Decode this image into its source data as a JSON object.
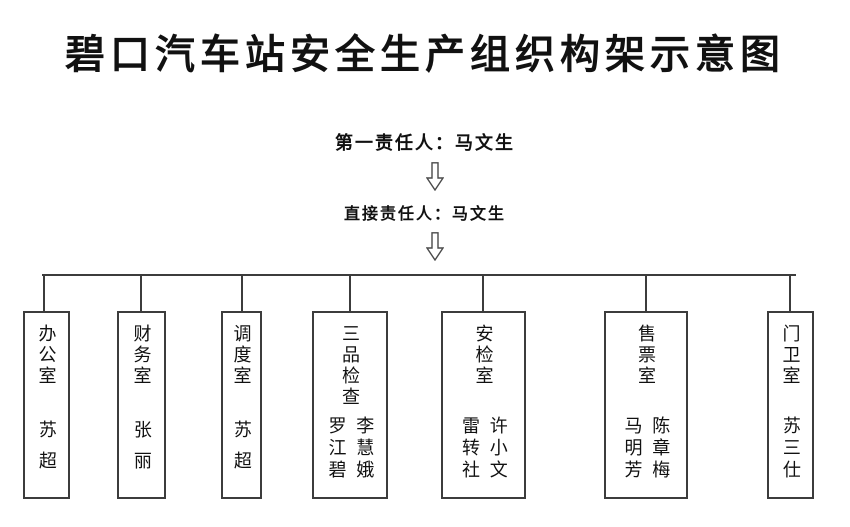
{
  "title": "碧口汽车站安全生产组织构架示意图",
  "hierarchy": {
    "first_responsible": "第一责任人：马文生",
    "direct_responsible": "直接责任人：马文生"
  },
  "icons": {
    "down_arrow_1": "hollow-down-arrow",
    "down_arrow_2": "hollow-down-arrow"
  },
  "departments": [
    {
      "name": "办公室",
      "members": [
        "苏超"
      ]
    },
    {
      "name": "财务室",
      "members": [
        "张丽"
      ]
    },
    {
      "name": "调度室",
      "members": [
        "苏超"
      ]
    },
    {
      "name": "三品检查",
      "members": [
        "李慧娥",
        "罗江碧"
      ]
    },
    {
      "name": "安检室",
      "members": [
        "许小文",
        "雷转社"
      ]
    },
    {
      "name": "售票室",
      "members": [
        "陈章梅",
        "马明芳"
      ]
    },
    {
      "name": "门卫室",
      "members": [
        "苏三仕"
      ]
    }
  ],
  "colors": {
    "line": "#3c3c3c",
    "text": "#111111",
    "background": "#ffffff"
  }
}
